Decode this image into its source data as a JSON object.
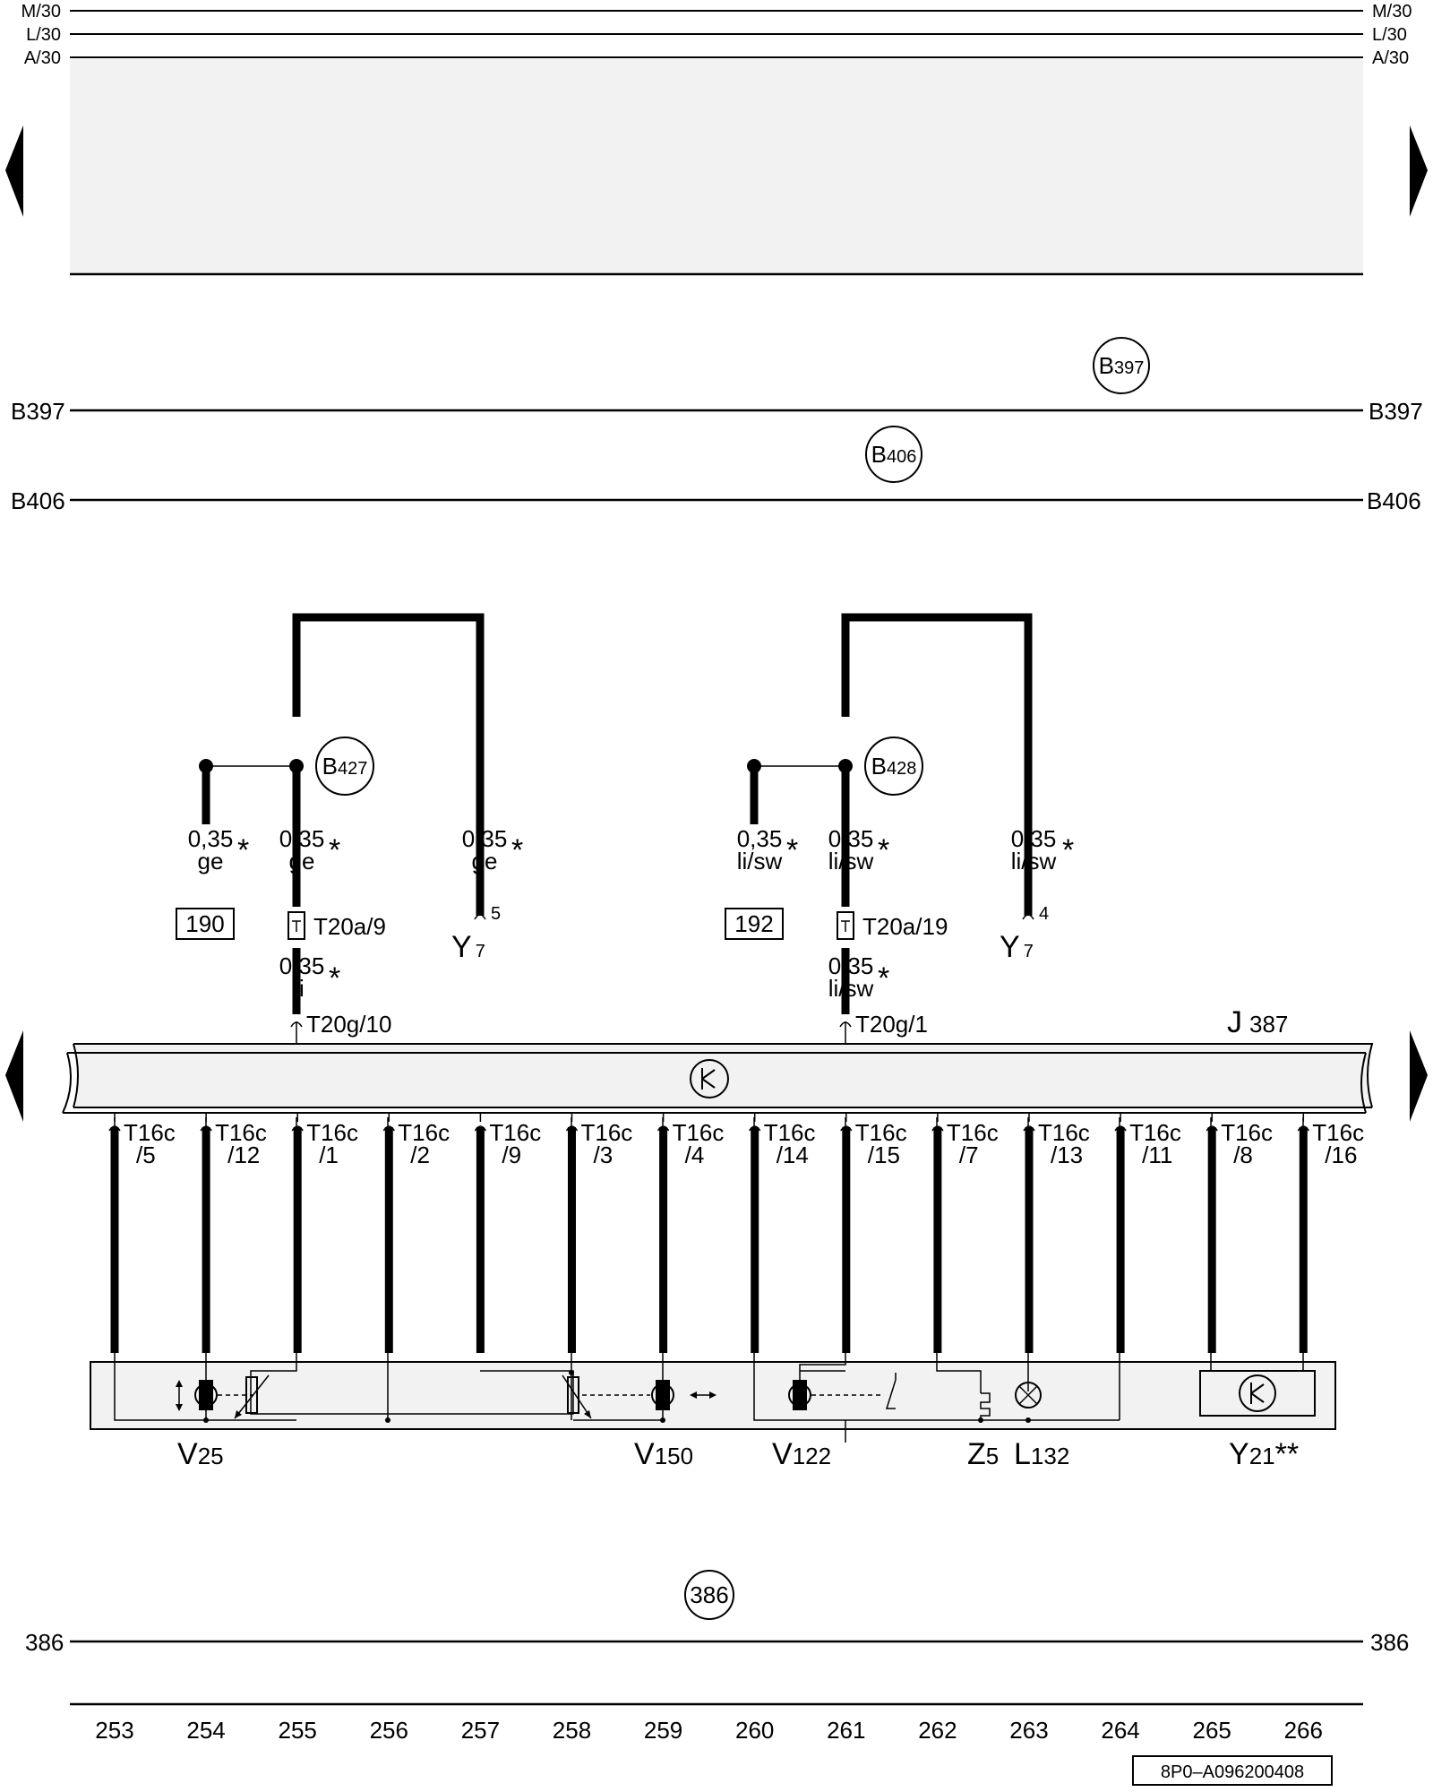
{
  "rails": [
    "M/30",
    "L/30",
    "A/30"
  ],
  "buses": [
    "B397",
    "B406",
    "386"
  ],
  "bus_labels": {
    "b397": "B",
    "b397_sub": "397",
    "b406": "B",
    "b406_sub": "406",
    "c386": "386"
  },
  "splices": [
    {
      "letter": "B",
      "num": "427"
    },
    {
      "letter": "B",
      "num": "428"
    }
  ],
  "wires": {
    "w1": {
      "size": "0,35",
      "color": "ge"
    },
    "w2": {
      "size": "0,35",
      "color": "ge"
    },
    "w3": {
      "size": "0,35",
      "color": "ge"
    },
    "w4": {
      "size": "0,35",
      "color": "li"
    },
    "w5": {
      "size": "0,35",
      "color": "li/sw"
    },
    "w6": {
      "size": "0,35",
      "color": "li/sw"
    },
    "w7": {
      "size": "0,35",
      "color": "li/sw"
    },
    "w8": {
      "size": "0,35",
      "color": "li/sw"
    },
    "asterisk": "*"
  },
  "refs": [
    "190",
    "192"
  ],
  "connectors": {
    "t20a9": "T20a/9",
    "t20a19": "T20a/19",
    "t20g10": "T20g/10",
    "t20g1": "T20g/1",
    "y7a_pin": "5",
    "y7b_pin": "4"
  },
  "components": {
    "y7": {
      "letter": "Y",
      "num": "7"
    },
    "j387": {
      "letter": "J",
      "num": "387"
    },
    "v25": {
      "letter": "V",
      "num": "25"
    },
    "v150": {
      "letter": "V",
      "num": "150"
    },
    "v122": {
      "letter": "V",
      "num": "122"
    },
    "z5": {
      "letter": "Z",
      "num": "5"
    },
    "l132": {
      "letter": "L",
      "num": "132"
    },
    "y21": {
      "letter": "Y",
      "num": "21",
      "suffix": "**"
    },
    "motor_symbol": "M"
  },
  "pins": [
    {
      "name": "T16c",
      "pin": "/5"
    },
    {
      "name": "T16c",
      "pin": "/12"
    },
    {
      "name": "T16c",
      "pin": "/1"
    },
    {
      "name": "T16c",
      "pin": "/2"
    },
    {
      "name": "T16c",
      "pin": "/9"
    },
    {
      "name": "T16c",
      "pin": "/3"
    },
    {
      "name": "T16c",
      "pin": "/4"
    },
    {
      "name": "T16c",
      "pin": "/14"
    },
    {
      "name": "T16c",
      "pin": "/15"
    },
    {
      "name": "T16c",
      "pin": "/7"
    },
    {
      "name": "T16c",
      "pin": "/13"
    },
    {
      "name": "T16c",
      "pin": "/11"
    },
    {
      "name": "T16c",
      "pin": "/8"
    },
    {
      "name": "T16c",
      "pin": "/16"
    }
  ],
  "columns": [
    "253",
    "254",
    "255",
    "256",
    "257",
    "258",
    "259",
    "260",
    "261",
    "262",
    "263",
    "264",
    "265",
    "266"
  ],
  "code": "8P0–A096200408"
}
